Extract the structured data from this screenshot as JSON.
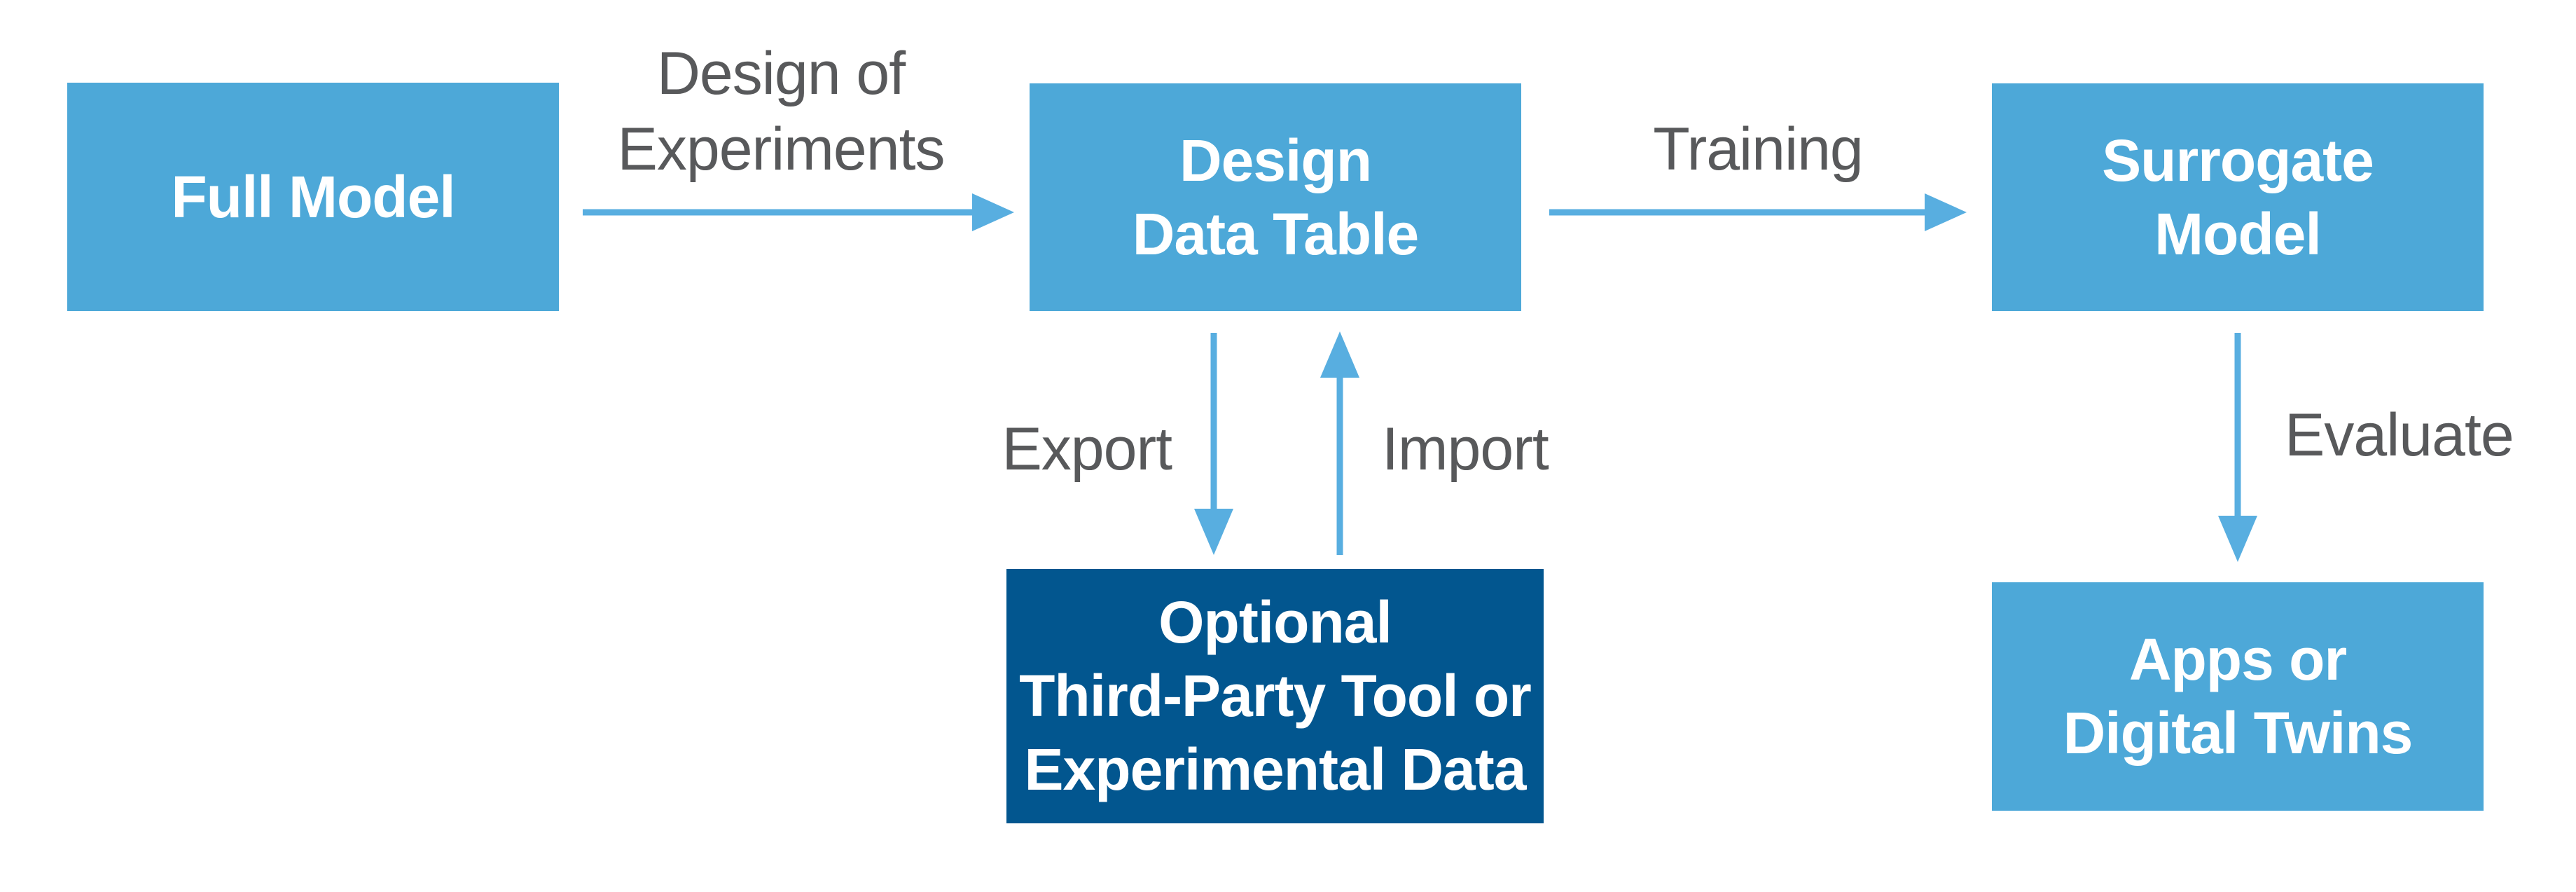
{
  "diagram": {
    "boxes": {
      "full_model": {
        "label": "Full Model"
      },
      "design_data_table": {
        "label": "Design\nData Table"
      },
      "surrogate_model": {
        "label": "Surrogate\nModel"
      },
      "apps_digital_twins": {
        "label": "Apps or\nDigital Twins"
      },
      "optional_third_party": {
        "label": "Optional\nThird-Party Tool or\nExperimental Data"
      }
    },
    "arrow_labels": {
      "design_of_experiments": "Design of\nExperiments",
      "training": "Training",
      "export": "Export",
      "import": "Import",
      "evaluate": "Evaluate"
    },
    "colors": {
      "box_blue": "#4DA8D8",
      "box_dark_blue": "#02568F",
      "arrow_blue": "#58AEE0",
      "label_gray": "#58595B",
      "box_text": "#FFFFFF"
    }
  }
}
